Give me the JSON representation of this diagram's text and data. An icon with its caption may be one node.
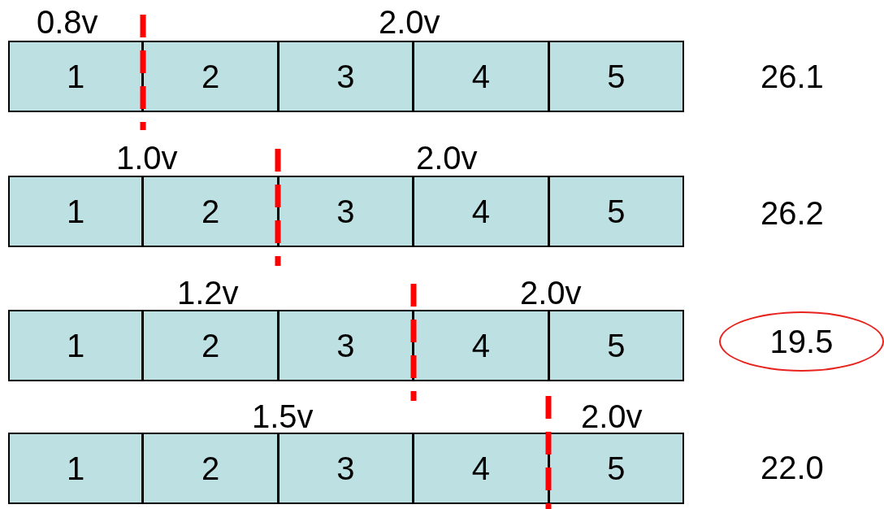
{
  "diagram": {
    "nodes": [
      {
        "text": [
          "1"
        ]
      },
      {
        "text": [
          "2"
        ]
      },
      {
        "text": [
          "3"
        ]
      },
      {
        "text": [
          "4"
        ]
      },
      {
        "text": [
          "5"
        ]
      },
      {
        "text": [
          "1"
        ]
      },
      {
        "text": [
          "2"
        ]
      },
      {
        "text": [
          "3"
        ]
      },
      {
        "text": [
          "4"
        ]
      },
      {
        "text": [
          "5"
        ]
      },
      {
        "text": [
          "1"
        ]
      },
      {
        "text": [
          "2"
        ]
      },
      {
        "text": [
          "3"
        ]
      },
      {
        "text": [
          "4"
        ]
      },
      {
        "text": [
          "5"
        ]
      },
      {
        "text": [
          "1"
        ]
      },
      {
        "text": [
          "2"
        ]
      },
      {
        "text": [
          "3"
        ]
      },
      {
        "text": [
          "4"
        ]
      },
      {
        "text": [
          "5"
        ]
      },
      {
        "text": [
          "19.5"
        ]
      }
    ],
    "labels": [
      "0.8v",
      "2.0v",
      "26.1",
      "1.0v",
      "2.0v",
      "26.2",
      "1.2v",
      "2.0v",
      "1.5v",
      "2.0v",
      "22.0"
    ]
  }
}
